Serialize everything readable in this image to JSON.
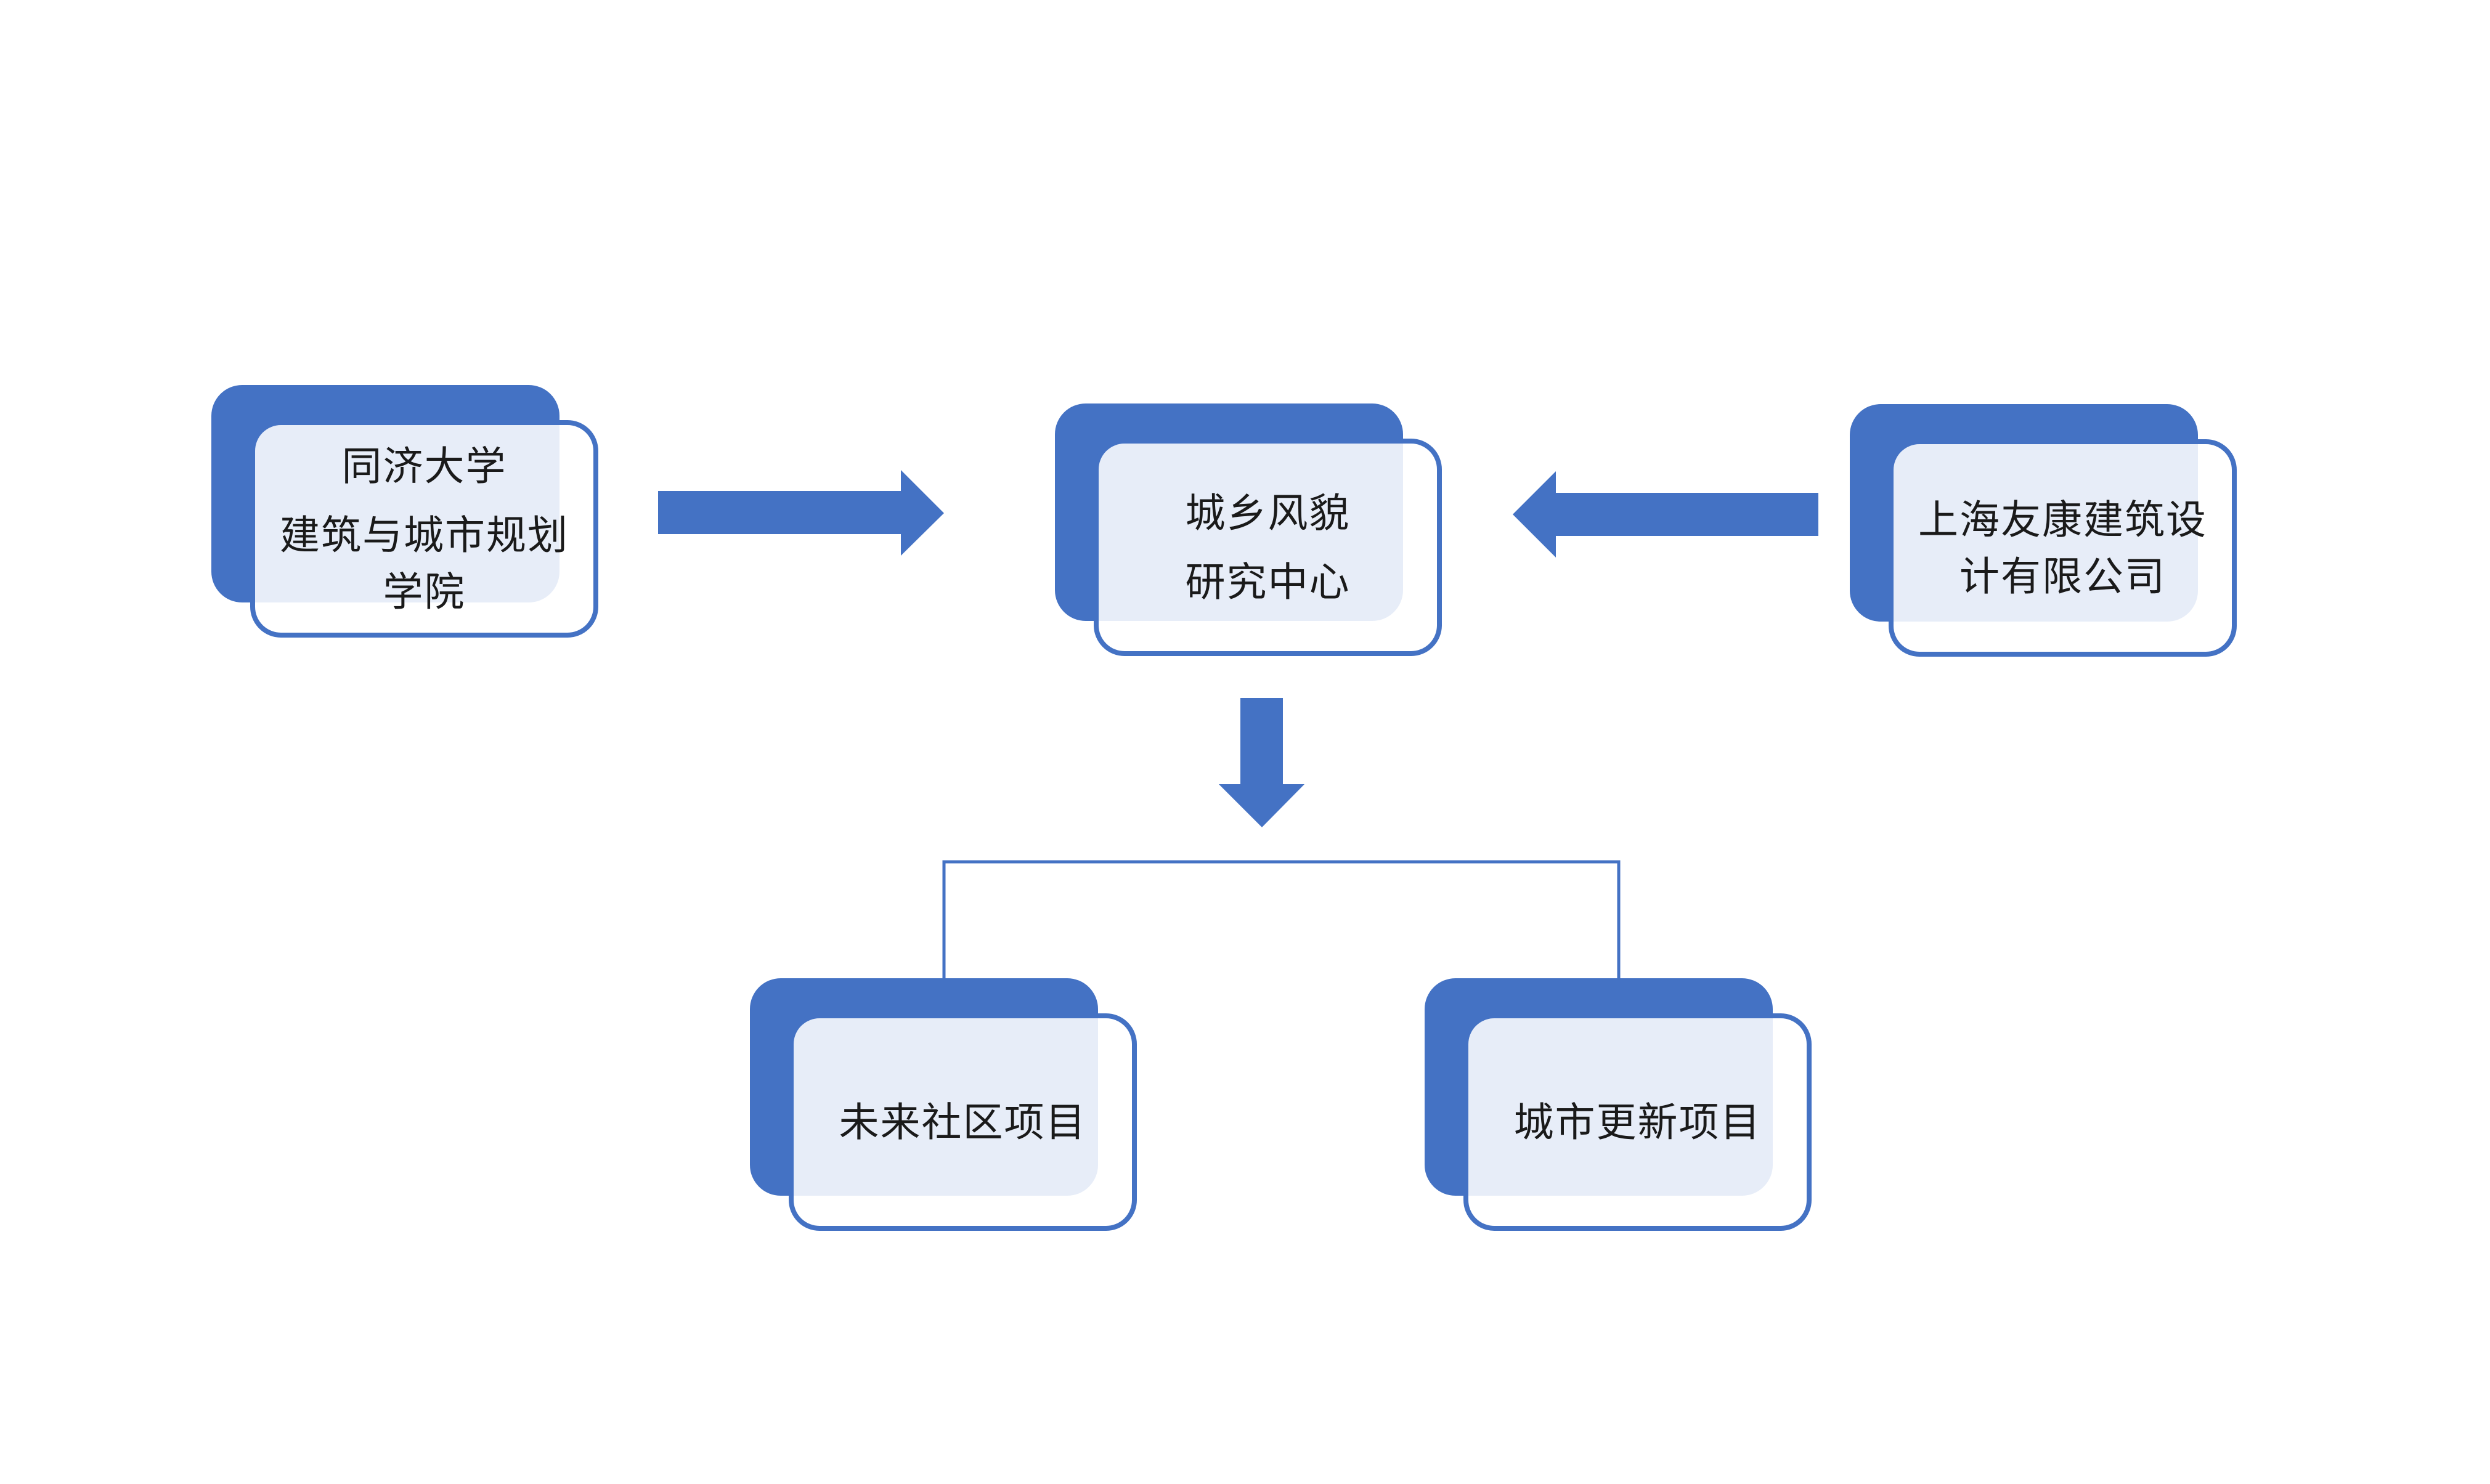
{
  "diagram": {
    "colors": {
      "accent": "#4472C4",
      "card_fill": "rgba(255,255,255,0.87)",
      "text": "#1a1a1a",
      "background": "#ffffff"
    },
    "nodes": [
      {
        "id": "tongji",
        "paragraphs": [
          [
            "同济大学"
          ],
          [
            "建筑与城市规划",
            "学院"
          ]
        ]
      },
      {
        "id": "center",
        "paragraphs": [
          [
            "城乡风貌"
          ],
          [
            "研究中心"
          ]
        ]
      },
      {
        "id": "youkang",
        "paragraphs": [
          [
            "上海友康建筑设",
            "计有限公司"
          ]
        ]
      },
      {
        "id": "future-community",
        "paragraphs": [
          [
            "未来社区项目"
          ]
        ]
      },
      {
        "id": "urban-renewal",
        "paragraphs": [
          [
            "城市更新项目"
          ]
        ]
      }
    ],
    "icons": [
      "arrow-right-icon",
      "arrow-left-icon",
      "arrow-down-icon",
      "elbow-connector"
    ]
  }
}
